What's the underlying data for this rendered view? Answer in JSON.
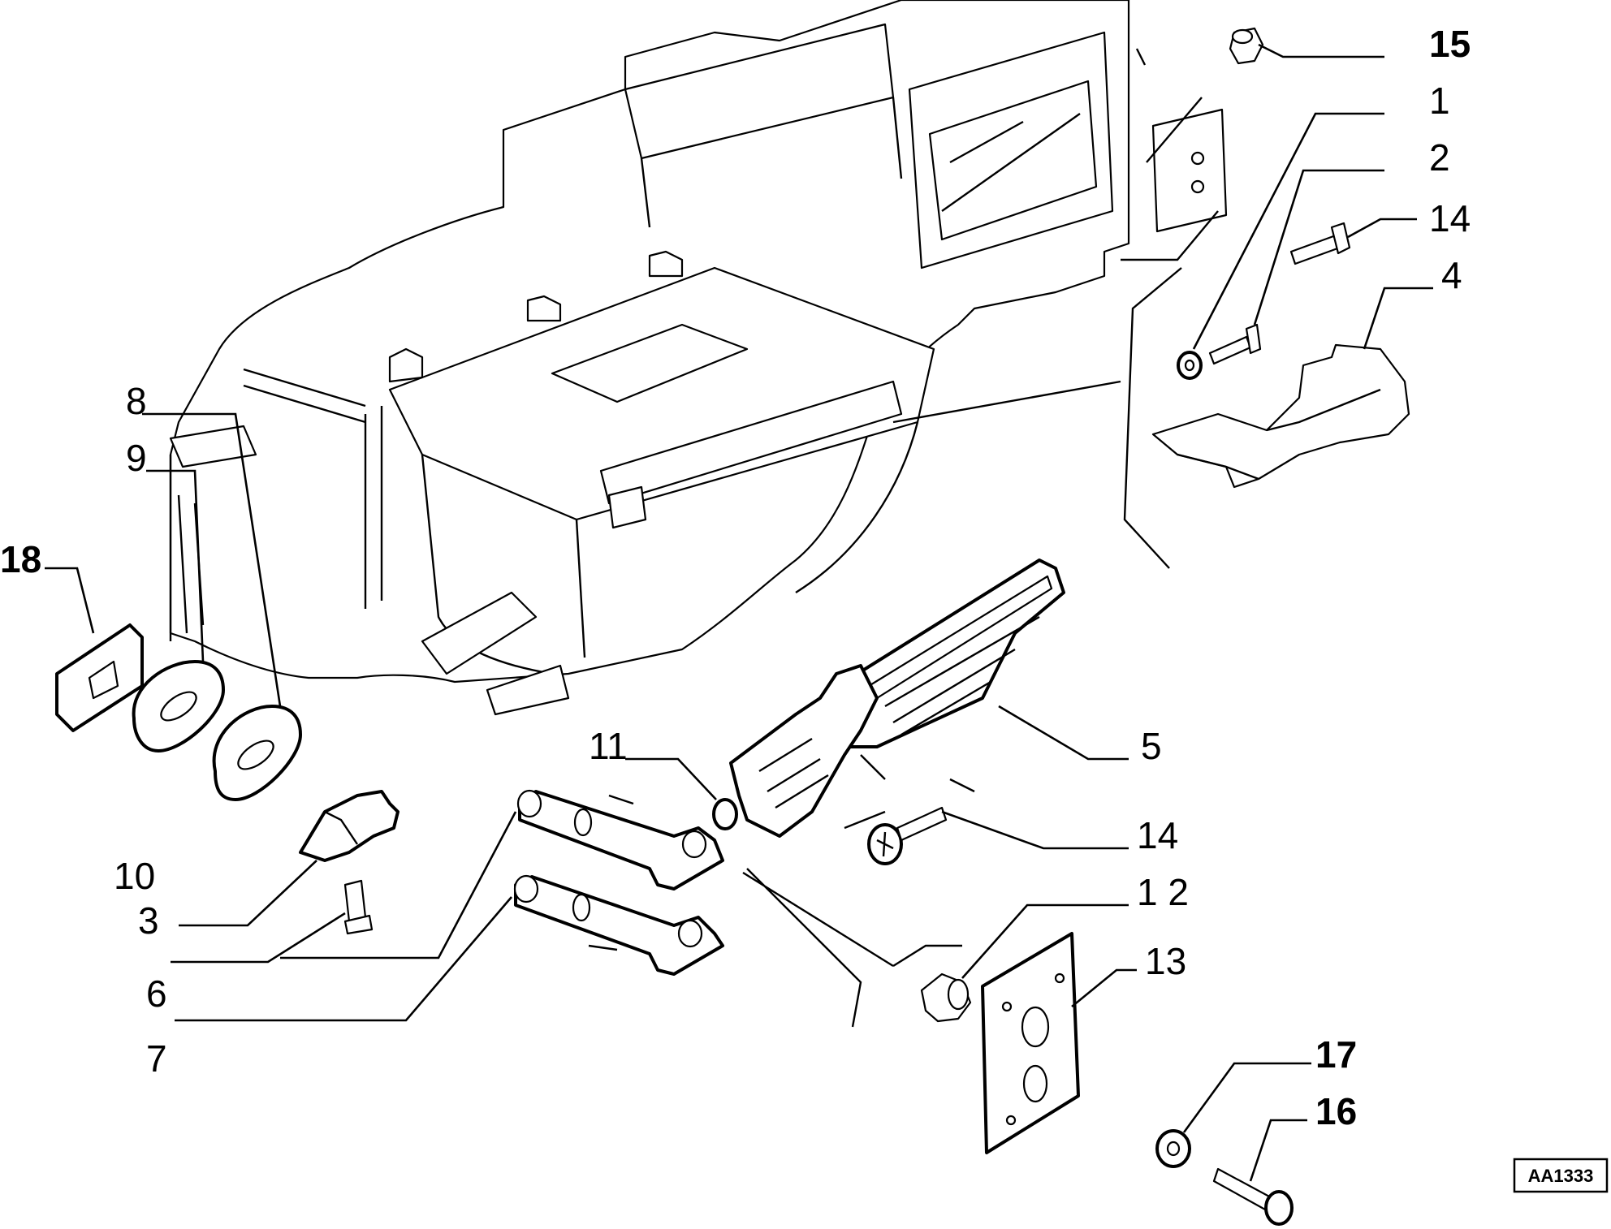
{
  "callouts": {
    "c1": "1",
    "c2": "2",
    "c3": "3",
    "c4": "4",
    "c5": "5",
    "c6": "6",
    "c7": "7",
    "c8": "8",
    "c9": "9",
    "c10": "10",
    "c11": "11",
    "c12": "1 2",
    "c13": "13",
    "c14a": "14",
    "c14b": "14",
    "c15": "15",
    "c16": "16",
    "c17": "17",
    "c18": "18"
  },
  "reference_code": "AA1333"
}
